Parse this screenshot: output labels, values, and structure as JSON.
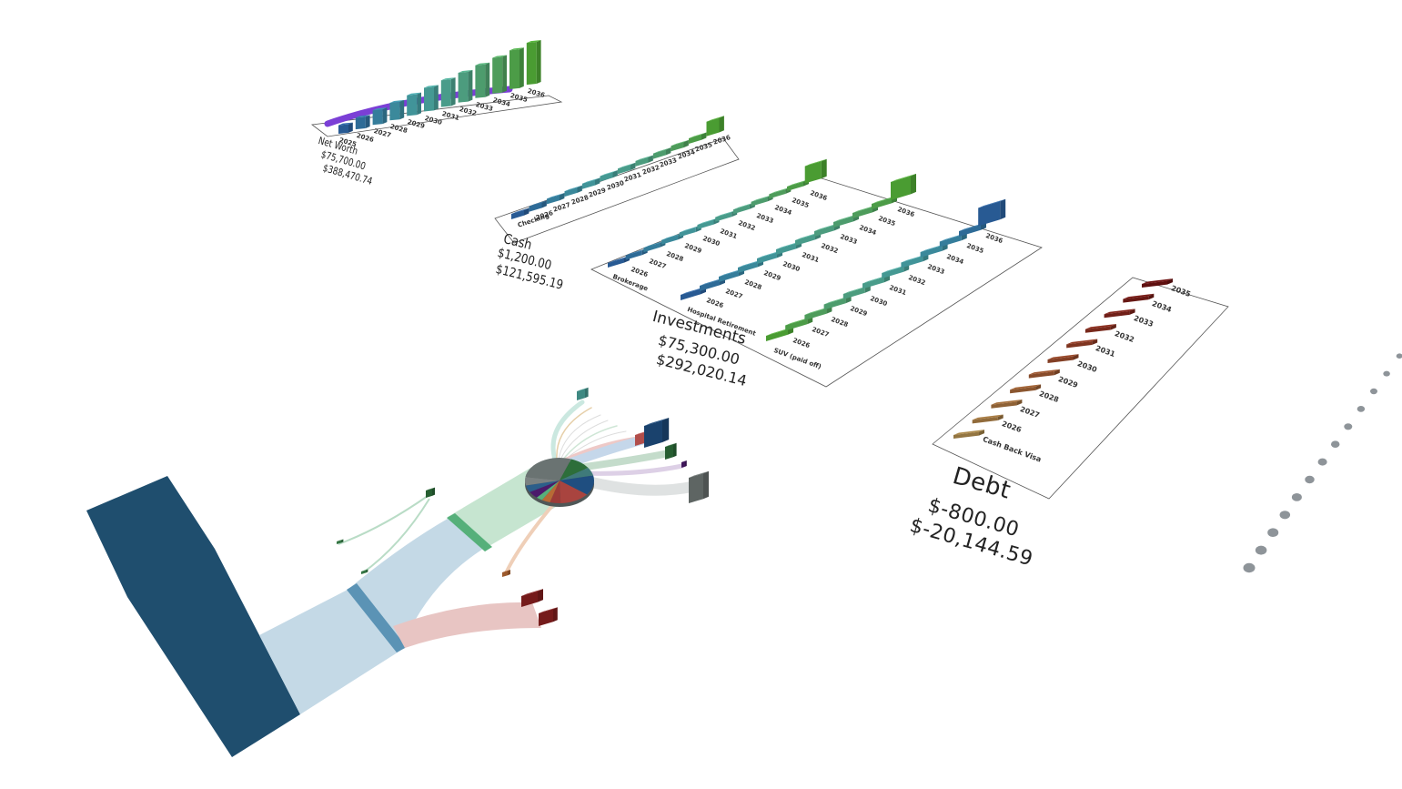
{
  "colors": {
    "salary_block": "#1f4e6e",
    "flow_blue": "#c4d9e6",
    "flow_blue_band": "#5b93b5",
    "flow_green": "#c6e5d0",
    "flow_green_band": "#56b07a",
    "flow_red": "#e8c5c3",
    "cube_red": "#8a2020",
    "cube_navy": "#1f4e80",
    "cube_gray": "#6f7775",
    "cube_green": "#2d6e3a",
    "dot_gray": "#8e9499"
  },
  "chart_data": [
    {
      "type": "bar",
      "title": "Net Worth",
      "values_text": [
        "$75,700.00",
        "$388,470.74"
      ],
      "categories": [
        "2025",
        "2026",
        "2027",
        "2028",
        "2029",
        "2030",
        "2031",
        "2032",
        "2033",
        "2034",
        "2035",
        "2036"
      ],
      "values": [
        1,
        2,
        3,
        4,
        5,
        6,
        7,
        8,
        9,
        10,
        11,
        12
      ],
      "series_line_color": "#7b3fd6"
    },
    {
      "type": "bar",
      "title": "Cash",
      "values_text": [
        "$1,200.00",
        "$121,595.19"
      ],
      "categories": [
        "Checking",
        "2026",
        "2027",
        "2028",
        "2029",
        "2030",
        "2031",
        "2032",
        "2033",
        "2034",
        "2035",
        "2036"
      ],
      "values": [
        1,
        1,
        1,
        1,
        1,
        1,
        1,
        1,
        1,
        1,
        1,
        1.2
      ]
    },
    {
      "type": "bar",
      "title": "Investments",
      "values_text": [
        "$75,300.00",
        "$292,020.14"
      ],
      "rows": [
        {
          "name": "Brokerage",
          "categories": [
            "Brokerage",
            "2026",
            "2027",
            "2028",
            "2029",
            "2030",
            "2031",
            "2032",
            "2033",
            "2034",
            "2035",
            "2036"
          ],
          "values": [
            1,
            1,
            1,
            1,
            1,
            1,
            1,
            1,
            1,
            1,
            1,
            1.2
          ]
        },
        {
          "name": "Hospital Retirement",
          "categories": [
            "Hospital Retirement",
            "2026",
            "2027",
            "2028",
            "2029",
            "2030",
            "2031",
            "2032",
            "2033",
            "2034",
            "2035",
            "2036"
          ],
          "values": [
            1,
            1,
            1,
            1,
            1,
            1,
            1,
            1,
            1,
            1,
            1,
            1.2
          ]
        },
        {
          "name": "SUV (paid off)",
          "categories": [
            "SUV (paid off)",
            "2026",
            "2027",
            "2028",
            "2029",
            "2030",
            "2031",
            "2032",
            "2033",
            "2034",
            "2035",
            "2036"
          ],
          "values": [
            1,
            1,
            1,
            1,
            1,
            1,
            1,
            1,
            1,
            1,
            1,
            1
          ]
        }
      ]
    },
    {
      "type": "bar",
      "title": "Debt",
      "values_text": [
        "$-800.00",
        "$-20,144.59"
      ],
      "categories": [
        "Cash Back Visa",
        "2026",
        "2027",
        "2028",
        "2029",
        "2030",
        "2031",
        "2032",
        "2033",
        "2034",
        "2035"
      ],
      "values": [
        1,
        1,
        1,
        1,
        1,
        1,
        1,
        1,
        1,
        1,
        1
      ]
    },
    {
      "type": "scatter",
      "values": [
        1,
        1,
        1,
        1,
        1,
        1,
        1,
        1,
        1,
        1,
        1,
        1,
        1
      ]
    }
  ]
}
